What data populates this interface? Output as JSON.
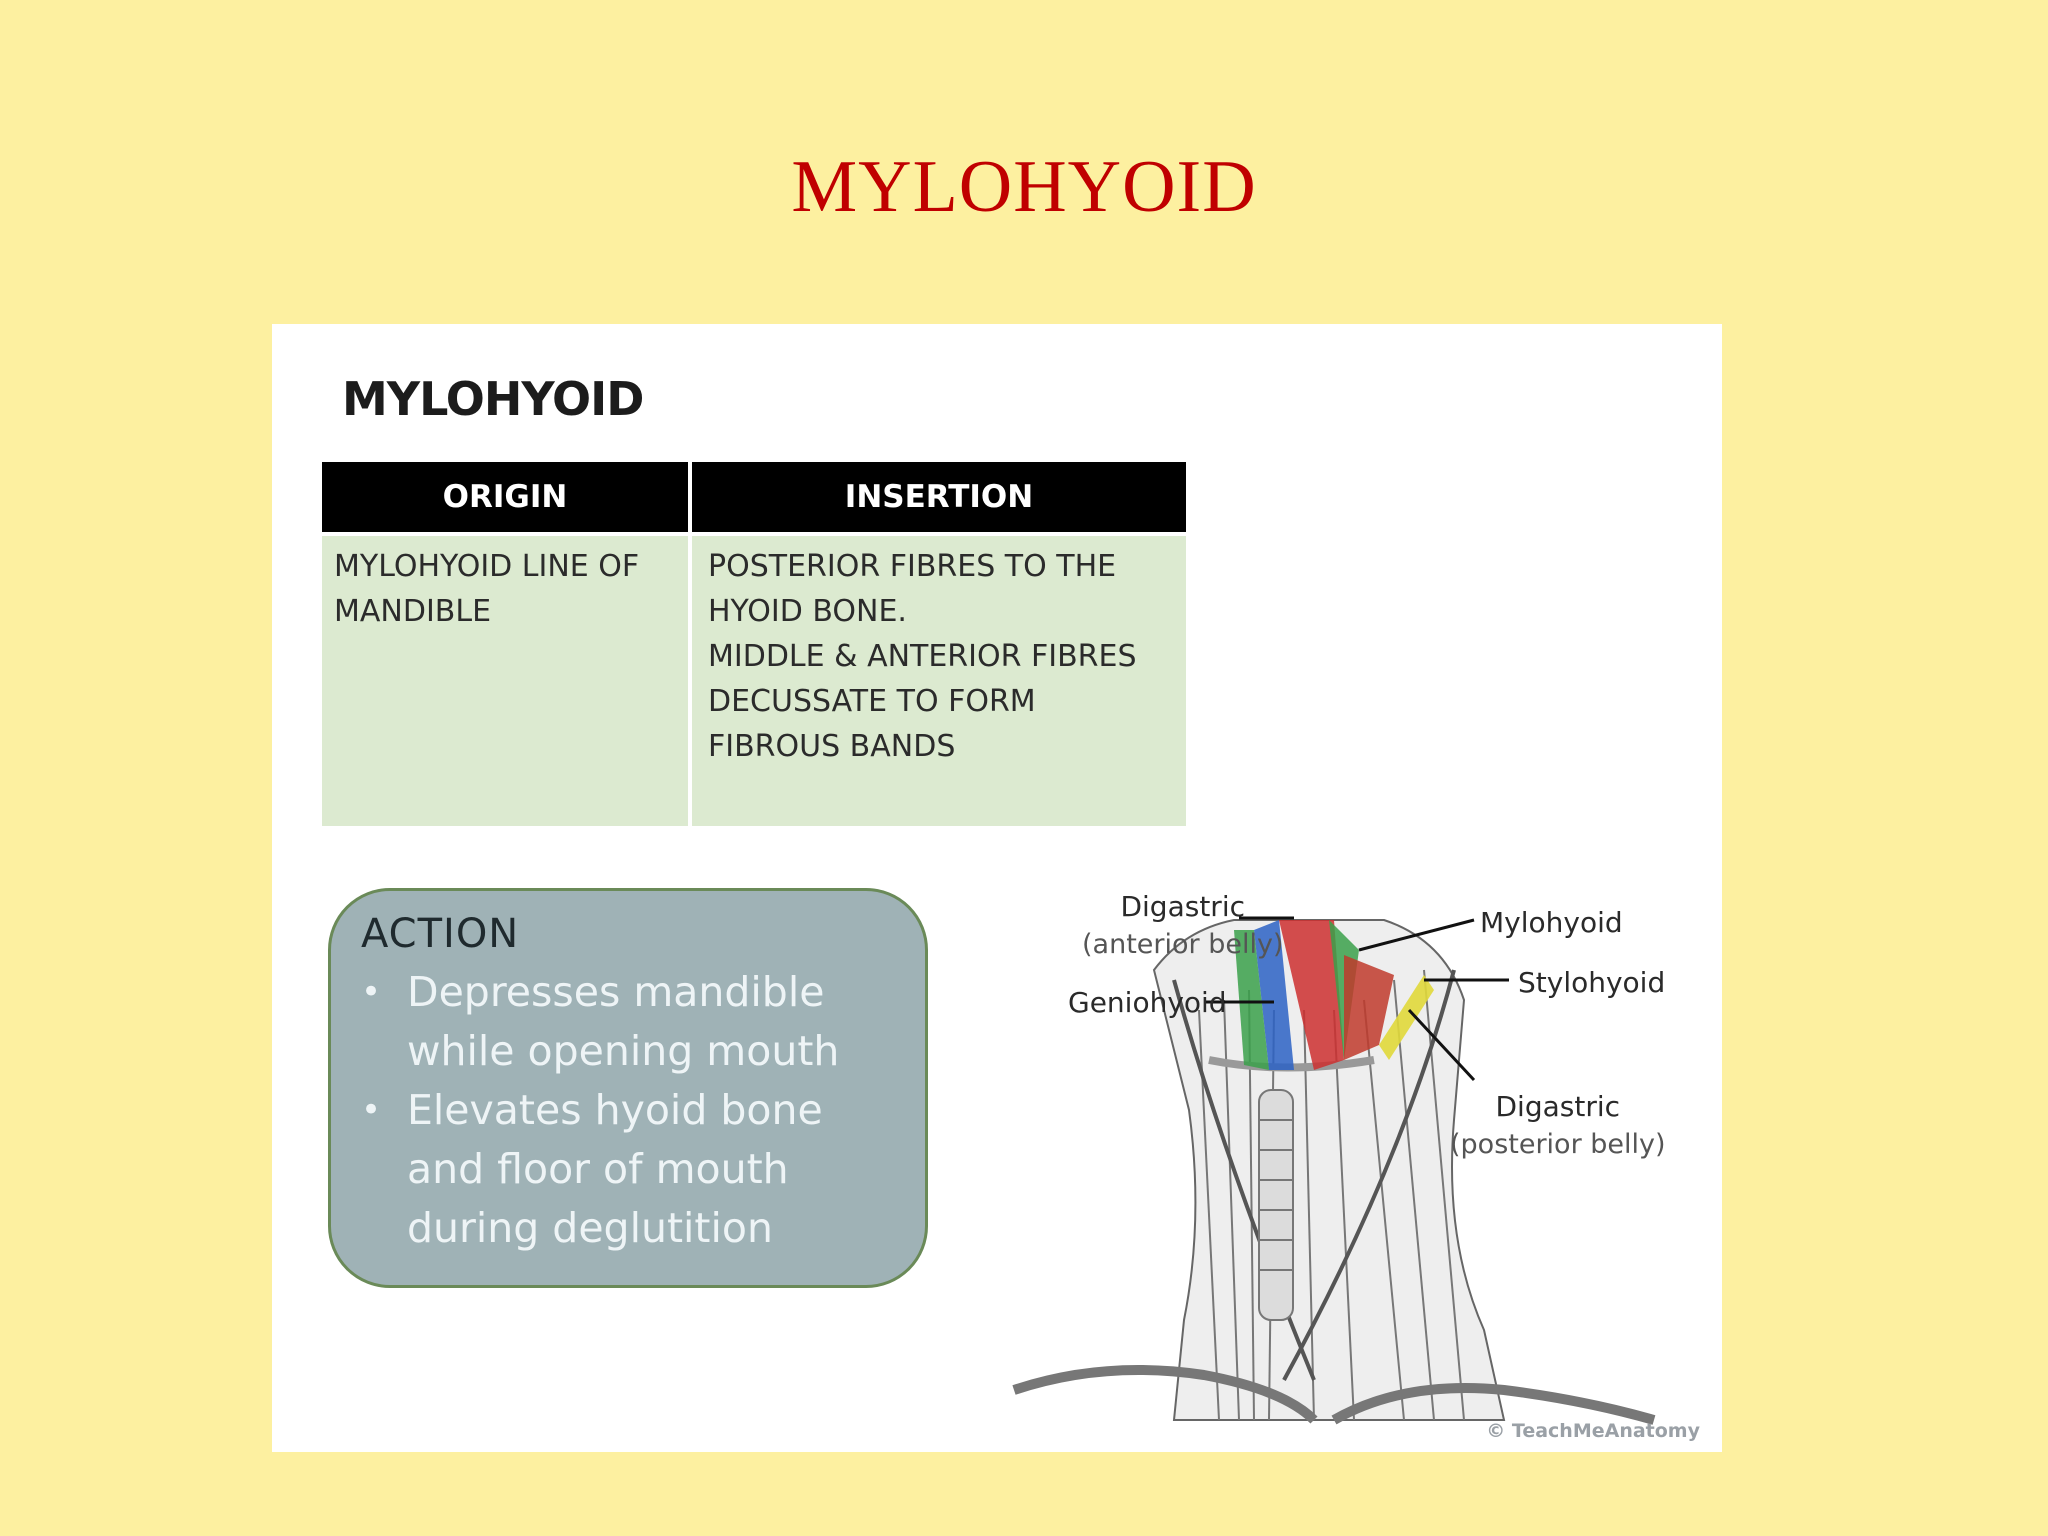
{
  "slide": {
    "title": "MYLOHYOID"
  },
  "card": {
    "heading": "MYLOHYOID",
    "table": {
      "headers": {
        "origin": "ORIGIN",
        "insertion": "INSERTION"
      },
      "origin_lines": [
        "MYLOHYOID LINE OF",
        "MANDIBLE"
      ],
      "insertion_lines": [
        "POSTERIOR FIBRES TO THE",
        "HYOID BONE.",
        "MIDDLE & ANTERIOR FIBRES",
        "DECUSSATE TO FORM",
        "FIBROUS BANDS"
      ]
    },
    "action": {
      "title": "ACTION",
      "items": [
        {
          "line1": "Depresses mandible",
          "line2": "while opening mouth"
        },
        {
          "line1": "Elevates hyoid bone",
          "line2": "and floor of mouth",
          "line3": "during deglutition"
        }
      ]
    },
    "figure": {
      "labels": {
        "digastric_anterior": "Digastric",
        "digastric_anterior_sub": "(anterior belly)",
        "mylohyoid": "Mylohyoid",
        "stylohyoid": "Stylohyoid",
        "geniohyoid": "Geniohyoid",
        "digastric_posterior": "Digastric",
        "digastric_posterior_sub": "(posterior belly)"
      },
      "credit": "© TeachMeAnatomy",
      "colors": {
        "digastric": "#cc2f2f",
        "geniohyoid": "#2b62c4",
        "mylohyoid": "#3aa04a",
        "stylohyoid": "#e0d83a"
      }
    }
  }
}
